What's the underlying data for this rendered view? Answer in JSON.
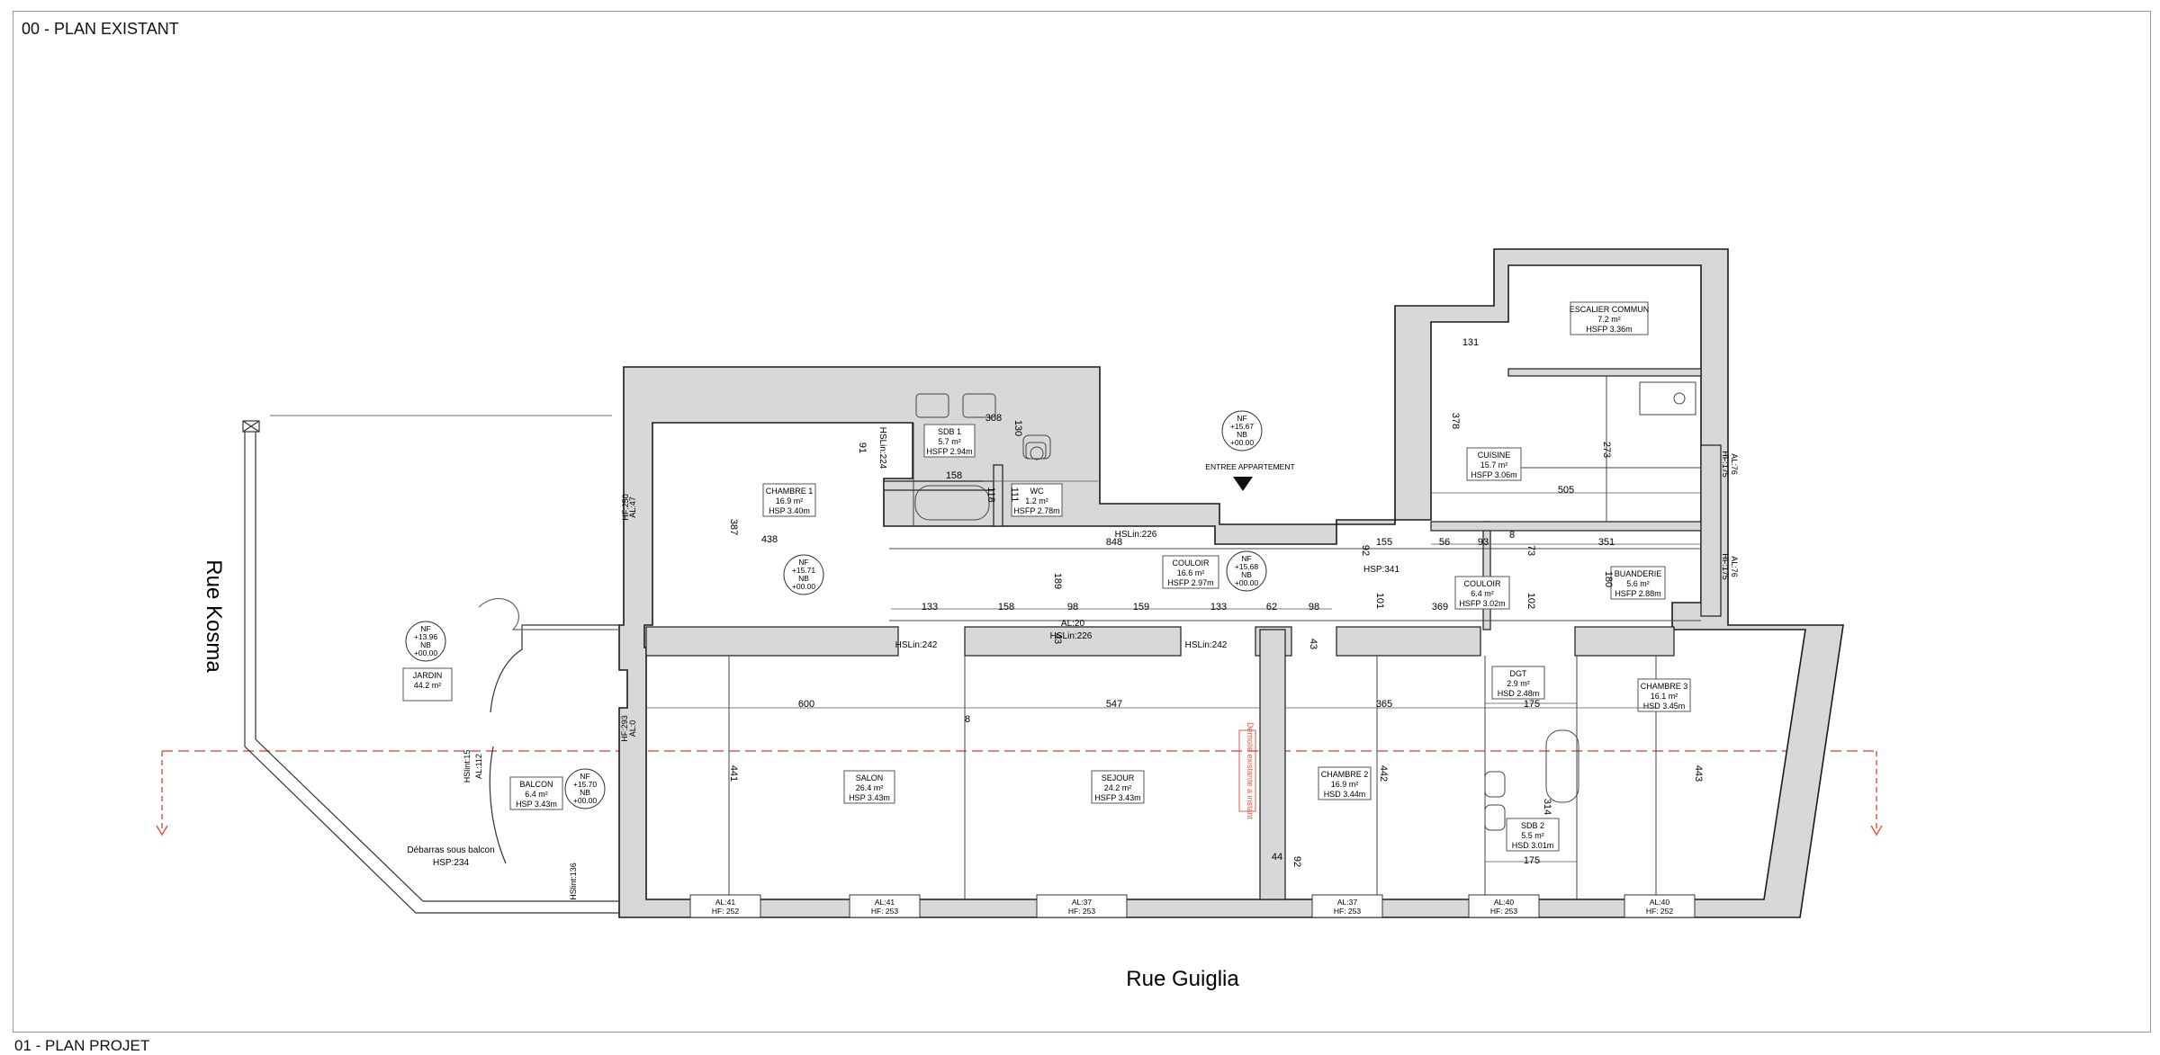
{
  "sheet": {
    "title": "00 - PLAN EXISTANT",
    "next_title": "01 - PLAN PROJET"
  },
  "streets": {
    "south": "Rue Guiglia",
    "west": "Rue Kosma"
  },
  "entrance_label": "ENTREE APPARTEMENT",
  "rooms": [
    {
      "name": "ESCALIER COMMUN",
      "area": "7.2  m²",
      "height": "HSFP 3.36m"
    },
    {
      "name": "CUISINE",
      "area": "15.7 m²",
      "height": "HSFP 3.06m"
    },
    {
      "name": "SDB 1",
      "area": "5.7  m²",
      "height": "HSFP 2.94m"
    },
    {
      "name": "WC",
      "area": "1.2 m²",
      "height": "HSFP 2.78m"
    },
    {
      "name": "CHAMBRE 1",
      "area": "16.9 m²",
      "height": "HSP 3.40m"
    },
    {
      "name": "COULOIR",
      "area": "16.6 m²",
      "height": "HSFP 2.97m"
    },
    {
      "name": "COULOIR",
      "area": "6.4  m²",
      "height": "HSFP 3.02m"
    },
    {
      "name": "BUANDERIE",
      "area": "5.6  m²",
      "height": "HSFP 2.88m"
    },
    {
      "name": "JARDIN",
      "area": "44.2 m²",
      "height": ""
    },
    {
      "name": "BALCON",
      "area": "6.4  m²",
      "height": "HSP 3.43m"
    },
    {
      "name": "SALON",
      "area": "26.4 m²",
      "height": "HSP 3.43m"
    },
    {
      "name": "SEJOUR",
      "area": "24.2 m²",
      "height": "HSFP 3.43m"
    },
    {
      "name": "CHAMBRE 2",
      "area": "16.9 m²",
      "height": "HSD 3.44m"
    },
    {
      "name": "DGT",
      "area": "2.9  m²",
      "height": "HSD 2.48m"
    },
    {
      "name": "SDB 2",
      "area": "5.5  m²",
      "height": "HSD 3.01m"
    },
    {
      "name": "CHAMBRE 3",
      "area": "16.1 m²",
      "height": "HSD 3.45m"
    }
  ],
  "levels": [
    {
      "nf": "NF",
      "v1": "+15.67",
      "nb": "NB",
      "v2": "+00.00"
    },
    {
      "nf": "NF",
      "v1": "+15.71",
      "nb": "NB",
      "v2": "+00.00"
    },
    {
      "nf": "NF",
      "v1": "+15.68",
      "nb": "NB",
      "v2": "+00.00"
    },
    {
      "nf": "NF",
      "v1": "+13.96",
      "nb": "NB",
      "v2": "+00.00"
    },
    {
      "nf": "NF",
      "v1": "+15.70",
      "nb": "NB",
      "v2": "+00.00"
    }
  ],
  "dimensions": [
    "308",
    "130",
    "91",
    "158",
    "118",
    "111",
    "387",
    "438",
    "848",
    "189",
    "133",
    "158",
    "98",
    "159",
    "133",
    "62",
    "98",
    "155",
    "56",
    "93",
    "131",
    "378",
    "273",
    "505",
    "351",
    "8",
    "73",
    "102",
    "180",
    "101",
    "369",
    "92",
    "600",
    "8",
    "547",
    "441",
    "365",
    "442",
    "175",
    "443",
    "314",
    "175",
    "44",
    "92",
    "43",
    "43"
  ],
  "windows": [
    {
      "al": "AL:41",
      "hf": "HF: 252"
    },
    {
      "al": "AL:41",
      "hf": "HF: 253"
    },
    {
      "al": "AL:37",
      "hf": "HF: 253"
    },
    {
      "al": "AL:37",
      "hf": "HF: 253"
    },
    {
      "al": "AL:40",
      "hf": "HF: 253"
    },
    {
      "al": "AL:40",
      "hf": "HF: 252"
    }
  ],
  "hslin": [
    "HSLin:226",
    "HSLin:242",
    "HSLin:226",
    "HSLin:242",
    "HSLin:224",
    "HSP:341",
    "AL:20"
  ],
  "side_notes": [
    "AL:47",
    "HF:250",
    "AL:0",
    "HF:293",
    "AL:112",
    "HSlint:15",
    "HSlint:136",
    "AL:76",
    "HF:175",
    "AL:76",
    "HF:175"
  ],
  "debarras": [
    "Débarras sous balcon",
    "HSP:234"
  ],
  "demolish_note": "Demolie existante a instant"
}
